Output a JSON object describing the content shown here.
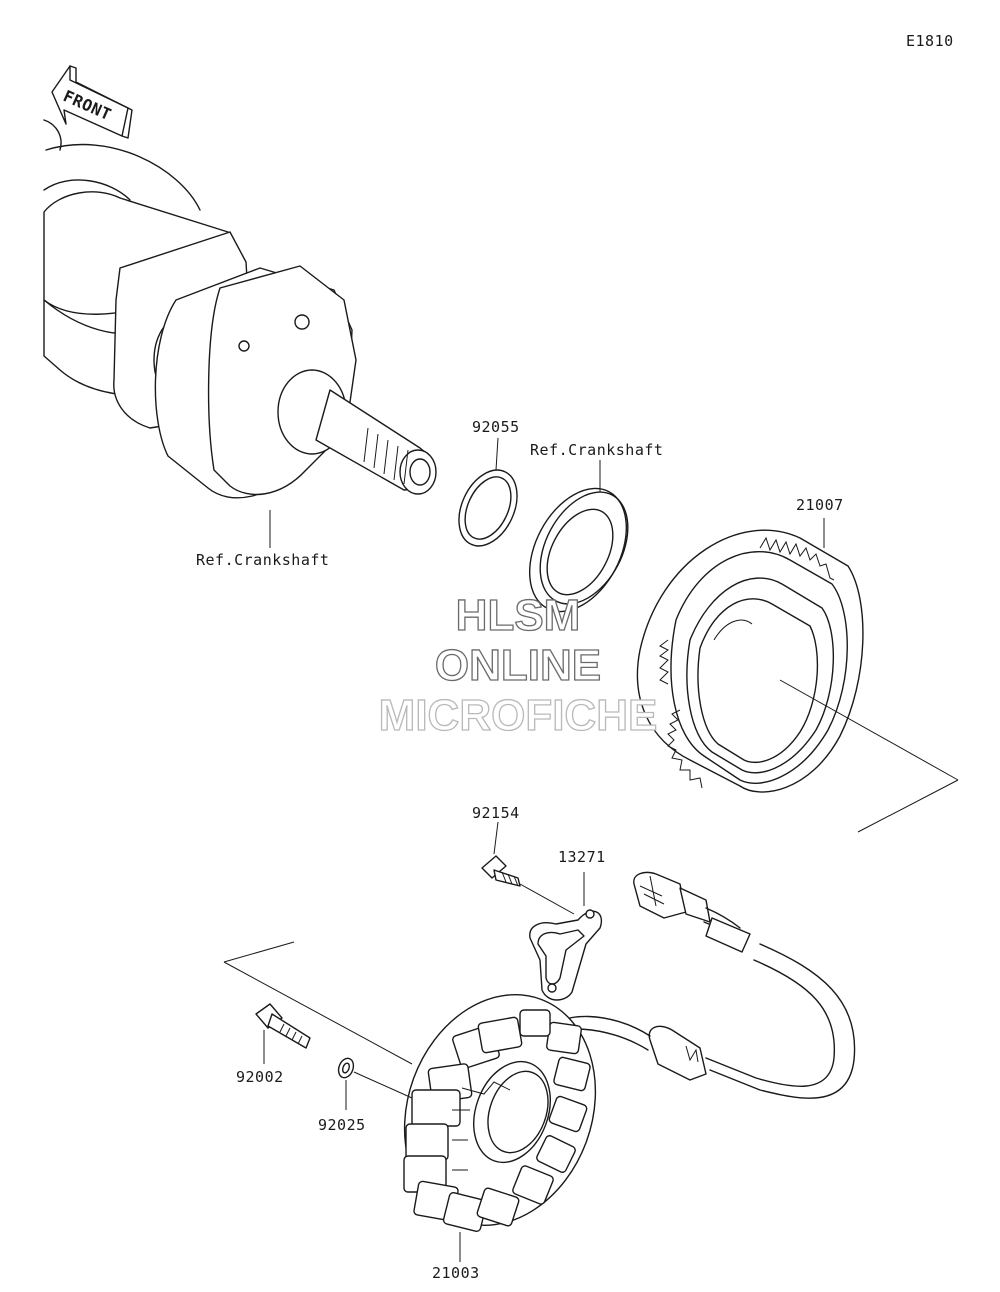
{
  "diagram_code": "E1810",
  "front_label": "FRONT",
  "watermark": [
    "HLSM",
    "ONLINE",
    "MICROFICHE"
  ],
  "parts": [
    {
      "label": "92055"
    },
    {
      "label": "Ref.Crankshaft"
    },
    {
      "label": "Ref.Crankshaft"
    },
    {
      "label": "21007"
    },
    {
      "label": "92154"
    },
    {
      "label": "13271"
    },
    {
      "label": "92002"
    },
    {
      "label": "92025"
    },
    {
      "label": "21003"
    }
  ]
}
